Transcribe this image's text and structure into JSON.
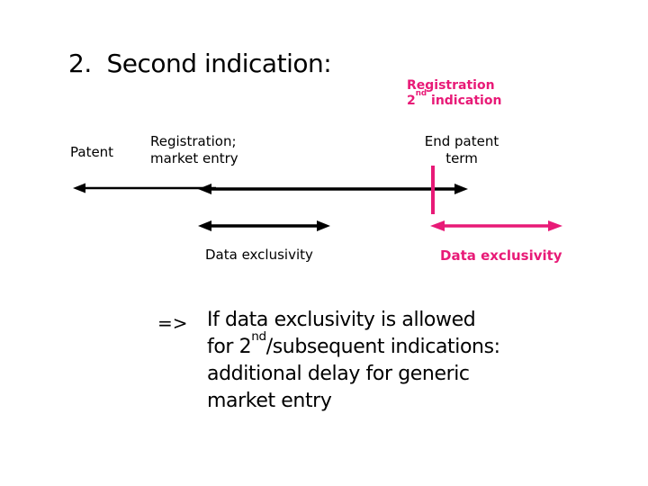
{
  "colors": {
    "accent_pink": "#e81a77",
    "text_black": "#000000",
    "background": "#ffffff"
  },
  "slide": {
    "title": "2.  Second indication:",
    "timeline": {
      "patent_label": "Patent",
      "registration_market_entry": {
        "line1": "Registration;",
        "line2": "market entry"
      },
      "registration_2nd_indication": {
        "line1": "Registration",
        "line2_prefix": "2",
        "line2_sup": "nd",
        "line2_suffix": " indication"
      },
      "end_patent_term": {
        "line1": "End patent",
        "line2": "term"
      },
      "data_exclusivity_first": "Data exclusivity",
      "data_exclusivity_second": "Data exclusivity"
    },
    "conclusion": {
      "arrow_symbol": "=>",
      "line1": "If data exclusivity is allowed",
      "line2_prefix": "for 2",
      "line2_sup": "nd",
      "line2_suffix": "/subsequent indications:",
      "line3": "additional delay for generic",
      "line4": "market entry"
    }
  }
}
